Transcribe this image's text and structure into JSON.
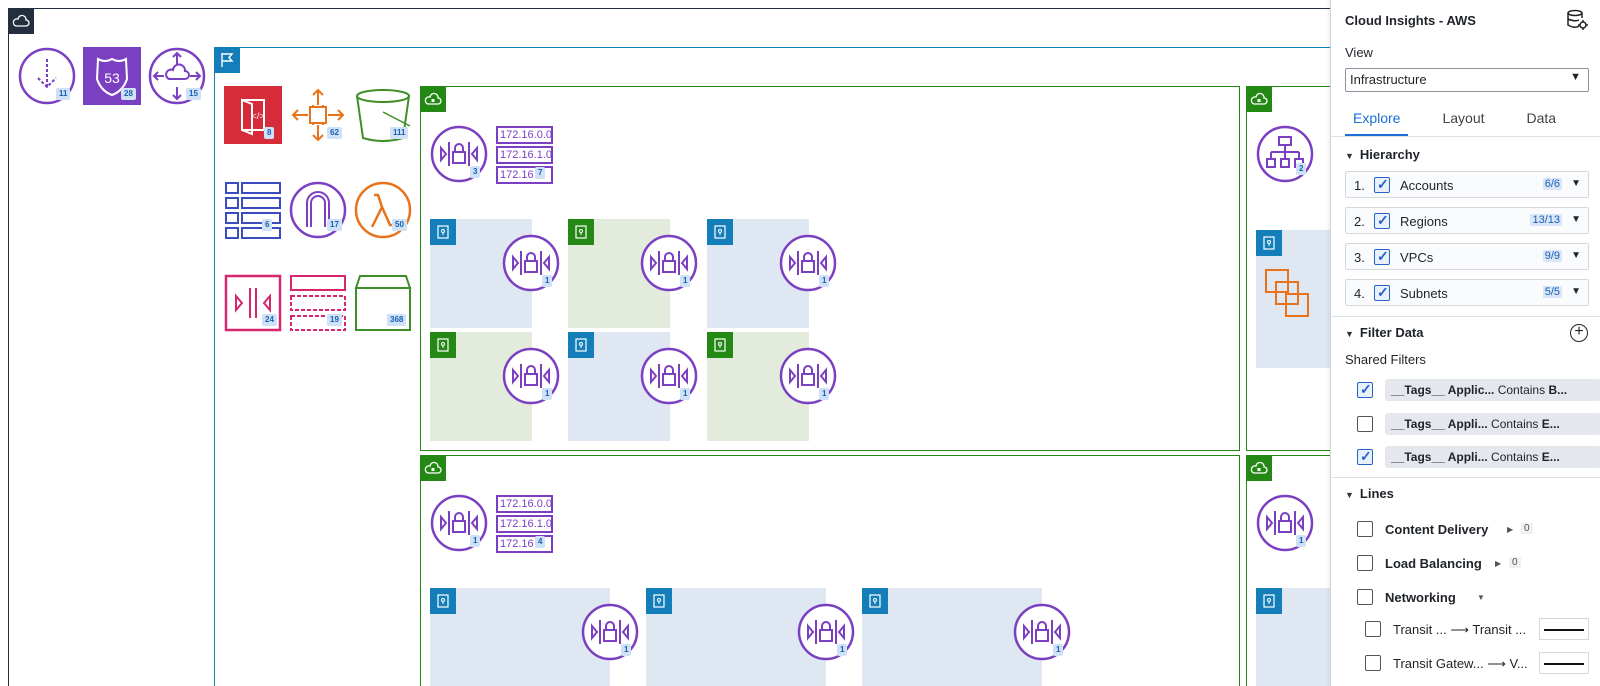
{
  "canvas": {
    "root_icons": {
      "route53_hosted_zone_badge": "11",
      "route53_badge": "28",
      "route53_label": "53",
      "transit_gateway_badge": "15"
    },
    "region_services": {
      "api_gateway_badge": "8",
      "ec2_badge": "62",
      "s3_badge": "111",
      "sqs_badge": "6",
      "elasticache_badge": "17",
      "lambda_badge": "50",
      "kinesis_badge": "24",
      "sagemaker_badge": "19",
      "s3_glacier_badge": "368"
    },
    "vpc_top": {
      "vpn_badge": "3",
      "cidr_count": "7",
      "cidrs": [
        "172.16.0.0",
        "172.16.1.0",
        "172.16"
      ],
      "subnet_badges": [
        "1",
        "1",
        "1",
        "1",
        "1",
        "1"
      ]
    },
    "vpc_bottom": {
      "vpn_badge": "1",
      "cidr_count": "4",
      "cidrs": [
        "172.16.0.0",
        "172.16.1.0",
        "172.16"
      ],
      "subnet_badges": [
        "1",
        "1",
        "1"
      ]
    },
    "vpc_right_top": {
      "badge": "2"
    },
    "vpc_right_bottom": {
      "badge": "1"
    }
  },
  "panel": {
    "title": "Cloud Insights - AWS",
    "view_label": "View",
    "view_value": "Infrastructure",
    "tabs": [
      {
        "label": "Explore",
        "active": true
      },
      {
        "label": "Layout",
        "active": false
      },
      {
        "label": "Data",
        "active": false
      }
    ],
    "hierarchy": {
      "title": "Hierarchy",
      "items": [
        {
          "num": "1.",
          "name": "Accounts",
          "count": "6/6",
          "checked": true
        },
        {
          "num": "2.",
          "name": "Regions",
          "count": "13/13",
          "checked": true
        },
        {
          "num": "3.",
          "name": "VPCs",
          "count": "9/9",
          "checked": true
        },
        {
          "num": "4.",
          "name": "Subnets",
          "count": "5/5",
          "checked": true
        }
      ]
    },
    "filter_data": {
      "title": "Filter Data",
      "shared_filters_label": "Shared Filters",
      "filters": [
        {
          "field": "__Tags__ Applic...",
          "op": "Contains",
          "value": "B...",
          "checked": true
        },
        {
          "field": "__Tags__ Appli...",
          "op": "Contains",
          "value": "E...",
          "checked": false
        },
        {
          "field": "__Tags__ Appli...",
          "op": "Contains",
          "value": "E...",
          "checked": true
        }
      ]
    },
    "lines": {
      "title": "Lines",
      "items": [
        {
          "name": "Content Delivery",
          "count": "0",
          "checked": false
        },
        {
          "name": "Load Balancing",
          "count": "0",
          "checked": false
        },
        {
          "name": "Networking",
          "checked": false
        }
      ],
      "sub_items": [
        {
          "from": "Transit ...",
          "to": "Transit ...",
          "checked": false
        },
        {
          "from": "Transit Gatew...",
          "to": "V...",
          "checked": false
        }
      ]
    }
  },
  "colors": {
    "account_border": "#232f3e",
    "region_border": "#147eba",
    "vpc_border": "#248814",
    "vpn_purple": "#7b3fc2",
    "accent_blue": "#1a6ed8"
  }
}
